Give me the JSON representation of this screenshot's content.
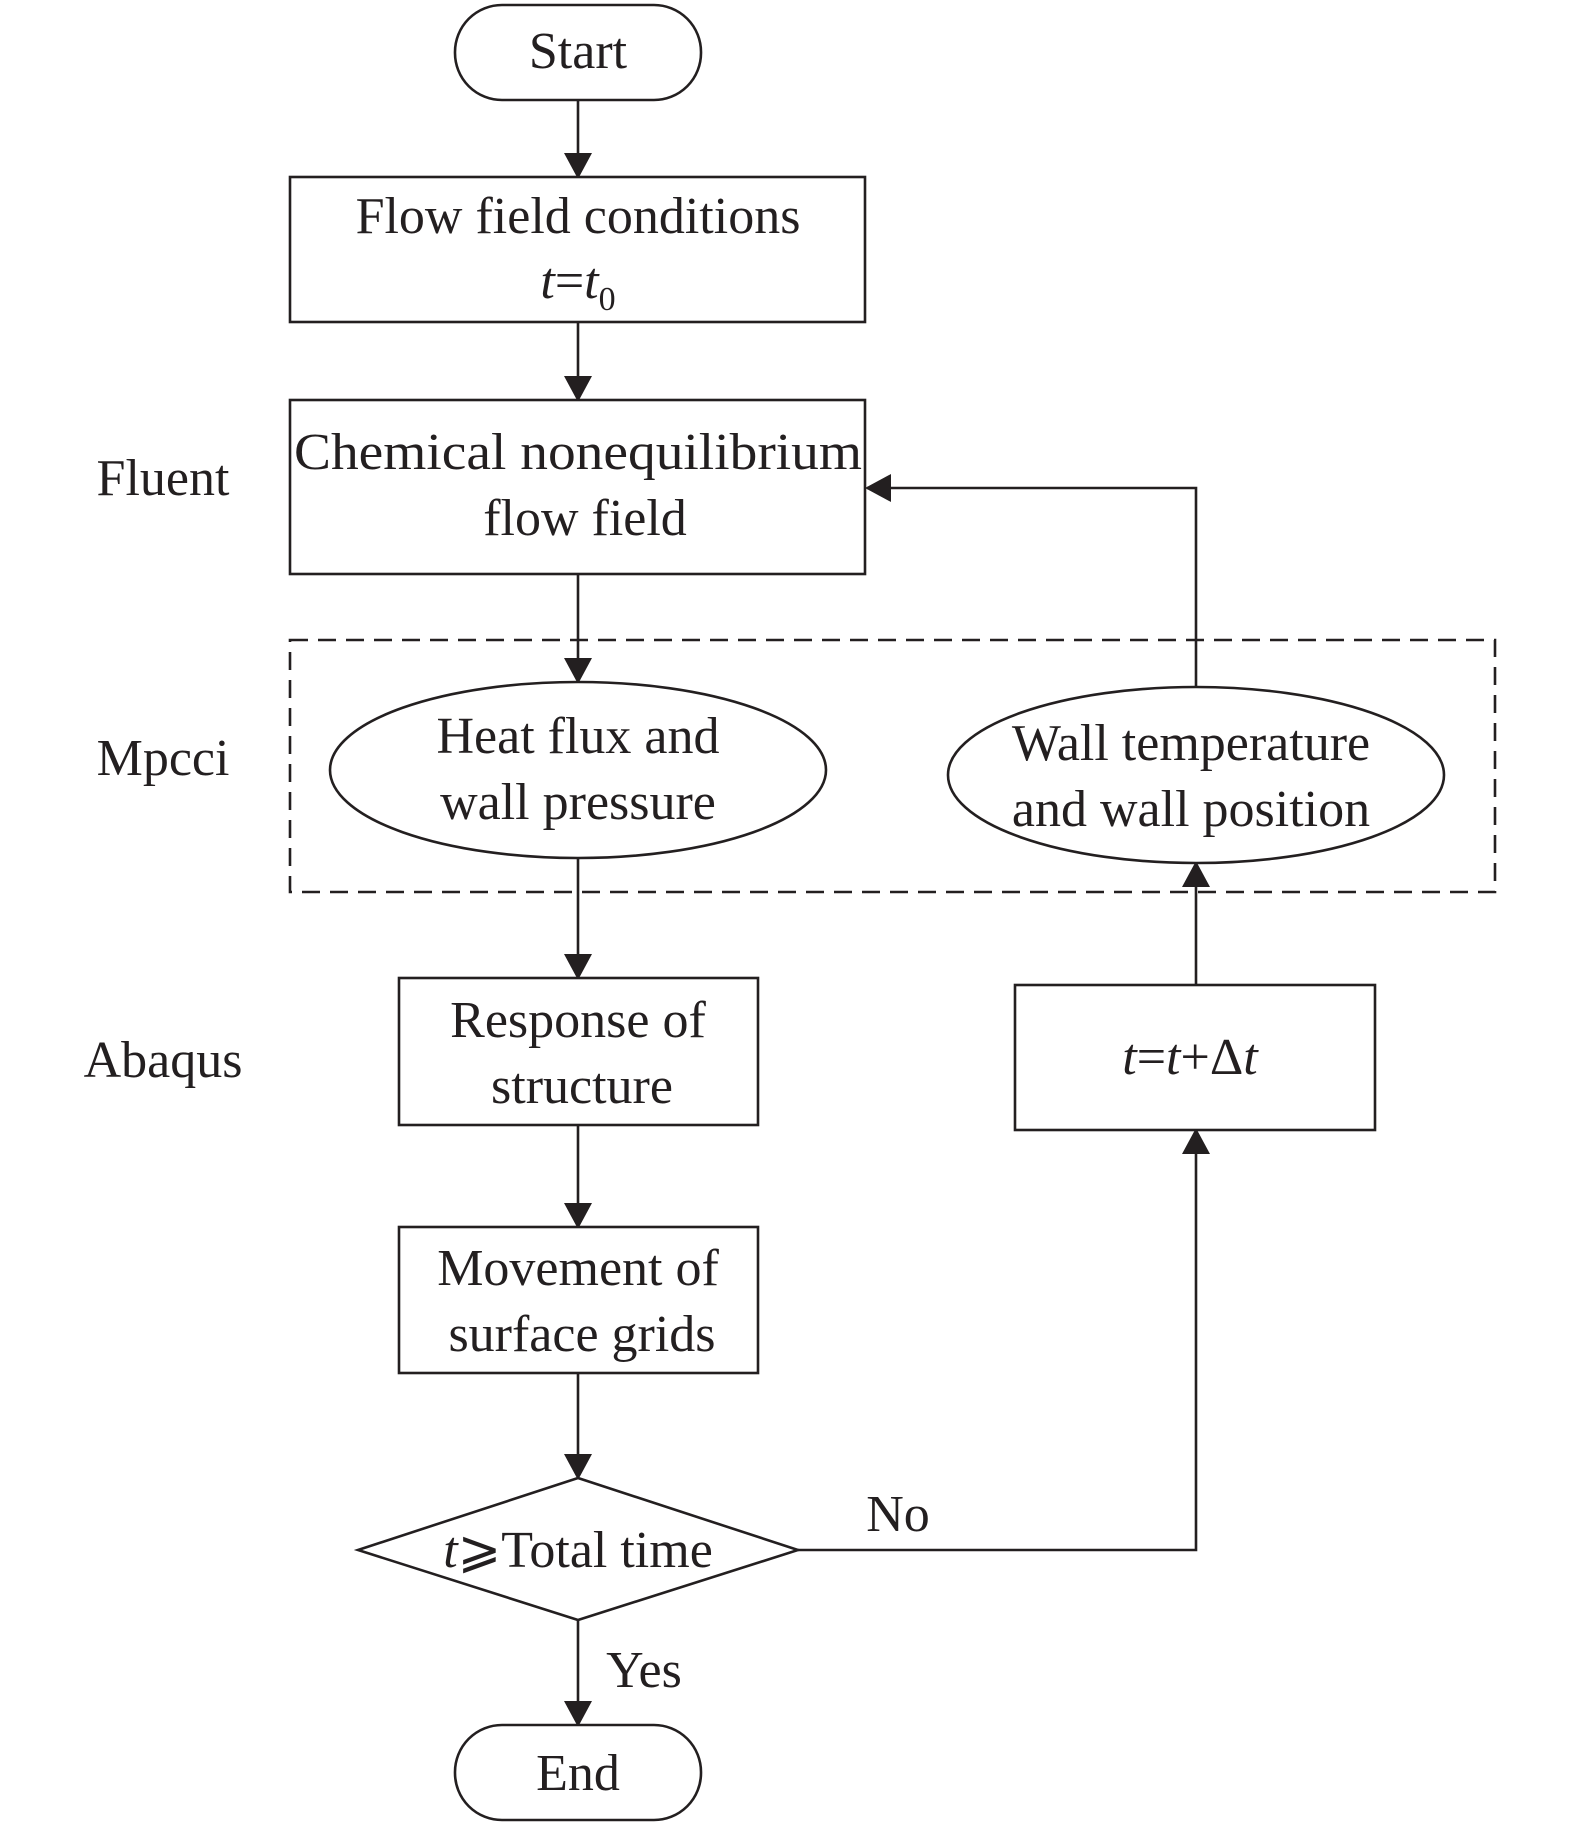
{
  "flowchart": {
    "start": "Start",
    "flow_field_conditions": {
      "line1": "Flow field conditions",
      "var": "t",
      "eq": "=",
      "sub_var": "t",
      "sub": "0"
    },
    "chemical_flow_field": {
      "line1": "Chemical nonequilibrium",
      "line2": "flow field"
    },
    "heat_flux": {
      "line1": "Heat flux and",
      "line2": "wall pressure"
    },
    "wall_temperature": {
      "line1": "Wall temperature",
      "line2": "and wall position"
    },
    "response_structure": {
      "line1": "Response of",
      "line2": "structure"
    },
    "movement_grids": {
      "line1": "Movement of",
      "line2": "surface grids"
    },
    "time_step": {
      "t1": "t",
      "eq": "=",
      "t2": "t",
      "plus": "+Δ",
      "t3": "t"
    },
    "decision": {
      "var": "t",
      "rest": "⩾Total time"
    },
    "no_label": "No",
    "yes_label": "Yes",
    "end": "End"
  },
  "stage_labels": {
    "fluent": "Fluent",
    "mpcci": "Mpcci",
    "abaqus": "Abaqus"
  }
}
